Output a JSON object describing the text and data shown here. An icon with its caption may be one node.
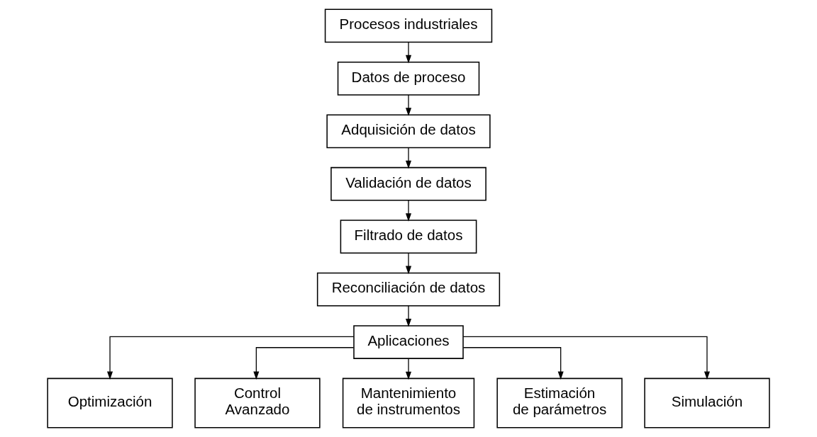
{
  "diagram": {
    "nodes": [
      {
        "text": [
          "Procesos industriales"
        ]
      },
      {
        "text": [
          "Datos de proceso"
        ]
      },
      {
        "text": [
          "Adquisición de datos"
        ]
      },
      {
        "text": [
          "Validación de datos"
        ]
      },
      {
        "text": [
          "Filtrado de datos"
        ]
      },
      {
        "text": [
          "Reconciliación de datos"
        ]
      },
      {
        "text": [
          "Aplicaciones"
        ]
      },
      {
        "text": [
          "Optimización"
        ]
      },
      {
        "text": [
          "Control Avanzado"
        ]
      },
      {
        "text": [
          "Mantenimiento de instrumentos"
        ]
      },
      {
        "text": [
          "Estimación de parámetros"
        ]
      },
      {
        "text": [
          "Simulación"
        ]
      }
    ],
    "edges": [
      {
        "from": 0,
        "to": 1,
        "arrow": "to"
      },
      {
        "from": 1,
        "to": 2,
        "arrow": "to"
      },
      {
        "from": 2,
        "to": 3,
        "arrow": "to"
      },
      {
        "from": 3,
        "to": 4,
        "arrow": "to"
      },
      {
        "from": 4,
        "to": 5,
        "arrow": "to"
      },
      {
        "from": 5,
        "to": 6,
        "arrow": "to"
      },
      {
        "from": 6,
        "to": 7,
        "arrow": "to"
      },
      {
        "from": 6,
        "to": 8,
        "arrow": "to"
      },
      {
        "from": 6,
        "to": 9,
        "arrow": "to"
      },
      {
        "from": 6,
        "to": 10,
        "arrow": "to"
      },
      {
        "from": 6,
        "to": 11,
        "arrow": "to"
      }
    ]
  }
}
